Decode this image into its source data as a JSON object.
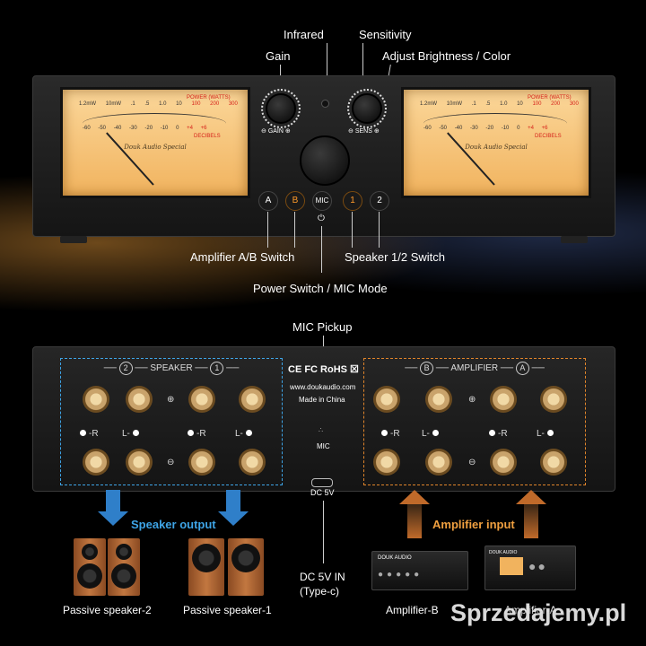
{
  "front_labels": {
    "infrared": "Infrared",
    "sensitivity": "Sensitivity",
    "gain": "Gain",
    "adjust": "Adjust Brightness / Color",
    "amp_switch": "Amplifier A/B Switch",
    "speaker_switch": "Speaker 1/2 Switch",
    "power_switch": "Power Switch / MIC Mode"
  },
  "meter": {
    "scale_mw": [
      "1.2mW",
      "10mW",
      ".1",
      ".5",
      "1.0",
      "10",
      "100",
      "200",
      "300"
    ],
    "power_title": "POWER (WATTS)",
    "scale_db": [
      "-60",
      "-50",
      "-40",
      "-30",
      "-20",
      "-10",
      "0",
      "+4",
      "+6"
    ],
    "decibels": "DECIBELS",
    "brand": "Douk Audio Special"
  },
  "knobs": {
    "gain_label": "GAIN",
    "sens_label": "SENS"
  },
  "buttons": [
    "A",
    "B",
    "MIC",
    "1",
    "2"
  ],
  "power_symbol": "⏻",
  "rear": {
    "mic_pickup": "MIC Pickup",
    "speaker_title": "SPEAKER",
    "amplifier_title": "AMPLIFIER",
    "spk_num_left": "2",
    "spk_num_right": "1",
    "amp_letter_left": "B",
    "amp_letter_right": "A",
    "cert": "CE FC RoHS ☒",
    "website": "www.doukaudio.com",
    "made_in": "Made in China",
    "mic_label": "MIC",
    "dc_label": "DC 5V",
    "plus": "⊕",
    "minus": "⊖",
    "pos_r": "-R",
    "pos_l": "L-"
  },
  "bottom": {
    "speaker_output": "Speaker output",
    "amplifier_input": "Amplifier input",
    "dc_in_line1": "DC 5V IN",
    "dc_in_line2": "(Type-c)",
    "passive2": "Passive speaker-2",
    "passive1": "Passive speaker-1",
    "ampB": "Amplifier-B",
    "ampA": "Amplifier-A",
    "amp_brand": "DOUK AUDIO"
  },
  "watermark": "Sprzedajemy.pl",
  "colors": {
    "speaker_accent": "#3ea4e6",
    "amp_accent": "#e0842a",
    "button_orange": "#ff9a2a"
  }
}
